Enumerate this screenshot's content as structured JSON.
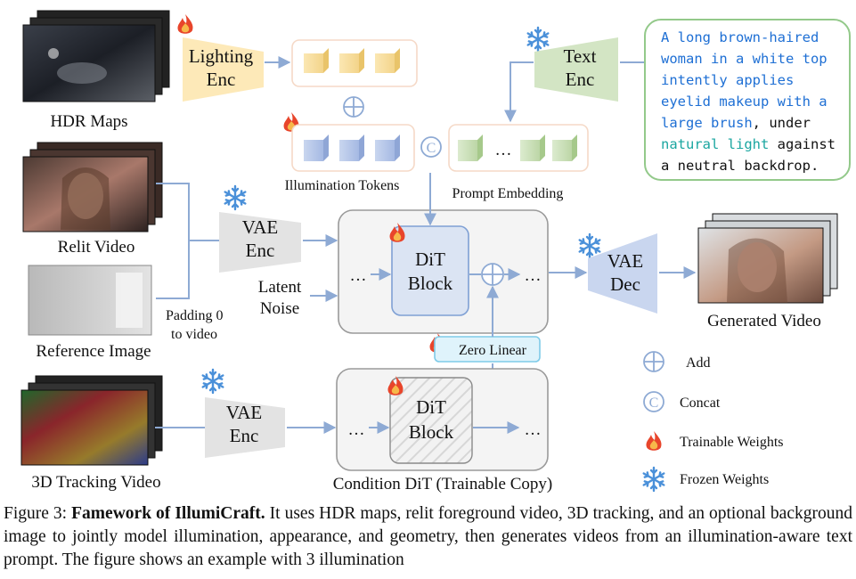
{
  "labels": {
    "hdr_maps": "HDR Maps",
    "lighting_enc_1": "Lighting",
    "lighting_enc_2": "Enc",
    "relit_video": "Relit Video",
    "reference_image": "Reference Image",
    "tracking_video": "3D Tracking Video",
    "illumination_tokens": "Illumination Tokens",
    "prompt_embedding": "Prompt Embedding",
    "text_enc_1": "Text",
    "text_enc_2": "Enc",
    "vae_enc_1": "VAE",
    "vae_enc_2": "Enc",
    "vae_enc2_1": "VAE",
    "vae_enc2_2": "Enc",
    "latent_noise_1": "Latent",
    "latent_noise_2": "Noise",
    "padding_1": "Padding 0",
    "padding_2": "to video",
    "dit_block_1": "DiT",
    "dit_block_2": "Block",
    "cdit_block_1": "DiT",
    "cdit_block_2": "Block",
    "zero_linear": "Zero Linear",
    "vae_dec_1": "VAE",
    "vae_dec_2": "Dec",
    "generated_video": "Generated Video",
    "condition_dit": "Condition DiT (Trainable Copy)",
    "ellipsis": "…",
    "concat_symbol": "C"
  },
  "prompt": {
    "line1": "A long brown-haired",
    "line2": "woman in a white top",
    "line3": "intently applies",
    "line4": "eyelid makeup with a",
    "line5a": "large brush",
    "line5b": ", under",
    "line6a": "natural light",
    "line6b": " against",
    "line7": "a neutral backdrop."
  },
  "legend": {
    "add": "Add",
    "concat": "Concat",
    "trainable": "Trainable Weights",
    "frozen": "Frozen Weights"
  },
  "caption": {
    "prefix": "Figure 3: ",
    "title": "Famework of IllumiCraft.",
    "body": " It uses HDR maps, relit foreground video, 3D tracking, and an optional background image to jointly model illumination, appearance, and geometry, then generates videos from an illumination-aware text prompt. The figure shows an example with 3 illumination"
  },
  "colors": {
    "arrow": "#8eaad4",
    "lighting_enc": "#fde9b8",
    "text_enc": "#d3e5c4",
    "vae": "#e3e3e3",
    "vae_dec": "#c9d6ef",
    "dit_block": "#dbe4f3",
    "prompt_blue": "#1e6fd4",
    "prompt_teal": "#1aa6a0",
    "fire": "#e8452b",
    "snow": "#4a90d9"
  }
}
